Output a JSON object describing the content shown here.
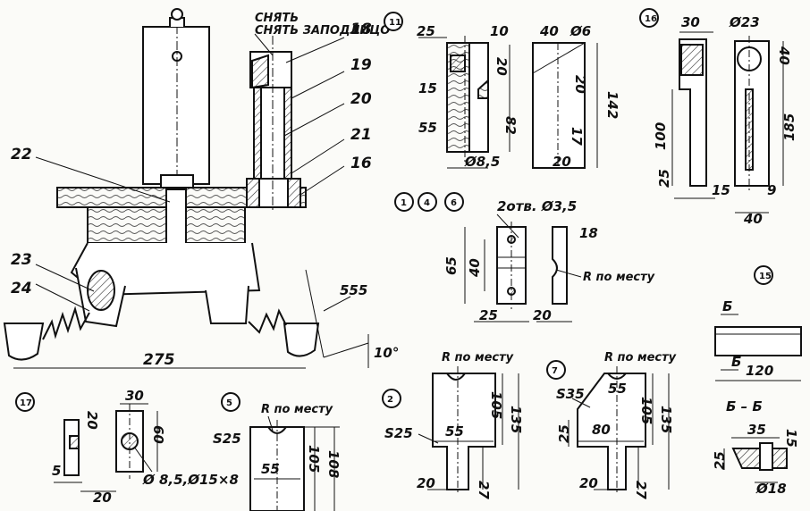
{
  "assembly": {
    "callouts": [
      "18",
      "19",
      "20",
      "21",
      "16",
      "22",
      "23",
      "24"
    ],
    "note": "СНЯТЬ ЗАПОДЛИЦО",
    "dims": {
      "d555": "555",
      "d275": "275",
      "d10deg": "10°"
    }
  },
  "part11": {
    "id": "11",
    "d25": "25",
    "d10": "10",
    "d20a": "20",
    "d15": "15",
    "d55": "55",
    "d82": "82",
    "d8_5": "Ø8,5",
    "d40": "40",
    "d6": "Ø6",
    "d20b": "20",
    "d17": "17",
    "d142": "142",
    "d20c": "20"
  },
  "part16": {
    "id": "16",
    "d30": "30",
    "d23": "Ø23",
    "d40a": "40",
    "d100": "100",
    "d25": "25",
    "d15": "15",
    "d185": "185",
    "d9": "9",
    "d40b": "40"
  },
  "part146": {
    "ids": [
      "1",
      "4",
      "6"
    ],
    "holes": "2отв. Ø3,5",
    "d65": "65",
    "d40": "40",
    "d25": "25",
    "d18": "18",
    "d20": "20",
    "r_note": "R по месту"
  },
  "part15": {
    "id": "15",
    "b_top": "Б",
    "b_bot": "Б",
    "d120": "120",
    "section": "Б – Б",
    "d35": "35",
    "d15": "15",
    "d25": "25",
    "d18": "Ø18"
  },
  "part17": {
    "id": "17",
    "d20a": "20",
    "d30": "30",
    "d60": "60",
    "d5": "5",
    "d20b": "20",
    "holes": "Ø 8,5,Ø15×8"
  },
  "part5": {
    "id": "5",
    "r_note": "R по месту",
    "s25": "S25",
    "d55": "55",
    "d105": "105",
    "d108": "108"
  },
  "part2": {
    "id": "2",
    "r_note": "R по месту",
    "s25": "S25",
    "d55": "55",
    "d105": "105",
    "d135": "135",
    "d20": "20",
    "d27": "27"
  },
  "part7": {
    "id": "7",
    "r_note": "R по месту",
    "s35": "S35",
    "d55": "55",
    "d25": "25",
    "d80": "80",
    "d105": "105",
    "d135": "135",
    "d20": "20",
    "d27": "27"
  }
}
